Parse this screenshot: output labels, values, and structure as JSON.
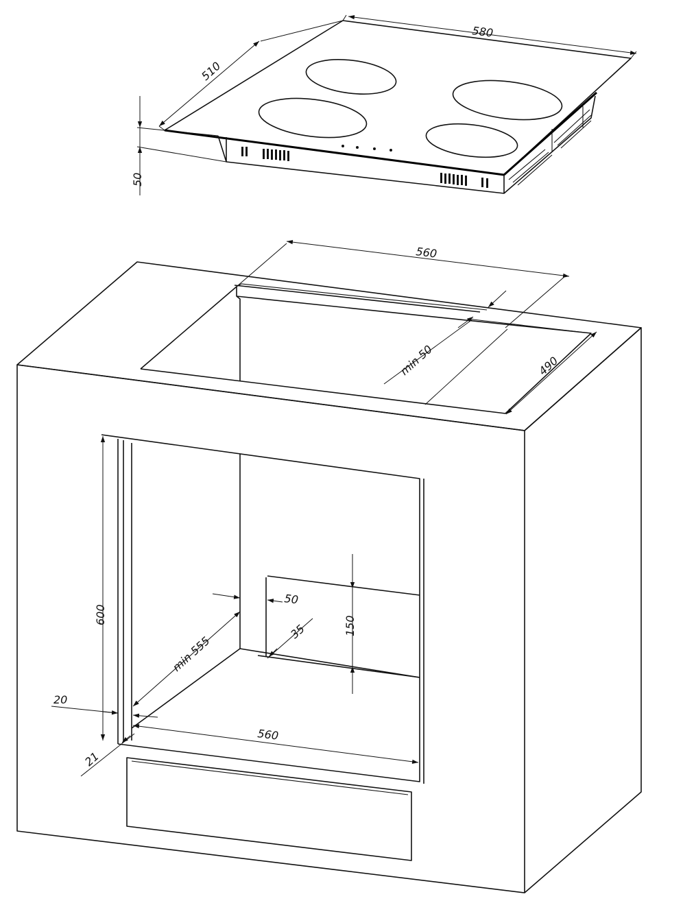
{
  "diagram": {
    "subject": "Built-in hob and oven cabinet installation drawing",
    "hob_dimensions": {
      "width": "580",
      "depth": "510",
      "height": "50"
    },
    "cutout_dimensions": {
      "width": "560",
      "depth": "490",
      "back_gap": "min 50"
    },
    "oven_niche_dimensions": {
      "height": "600",
      "depth": "min 555",
      "width": "560",
      "side_panel": "20",
      "front_offset": "21",
      "rear_gap": "50",
      "rear_depth": "35",
      "rear_vent_height": "150"
    }
  }
}
